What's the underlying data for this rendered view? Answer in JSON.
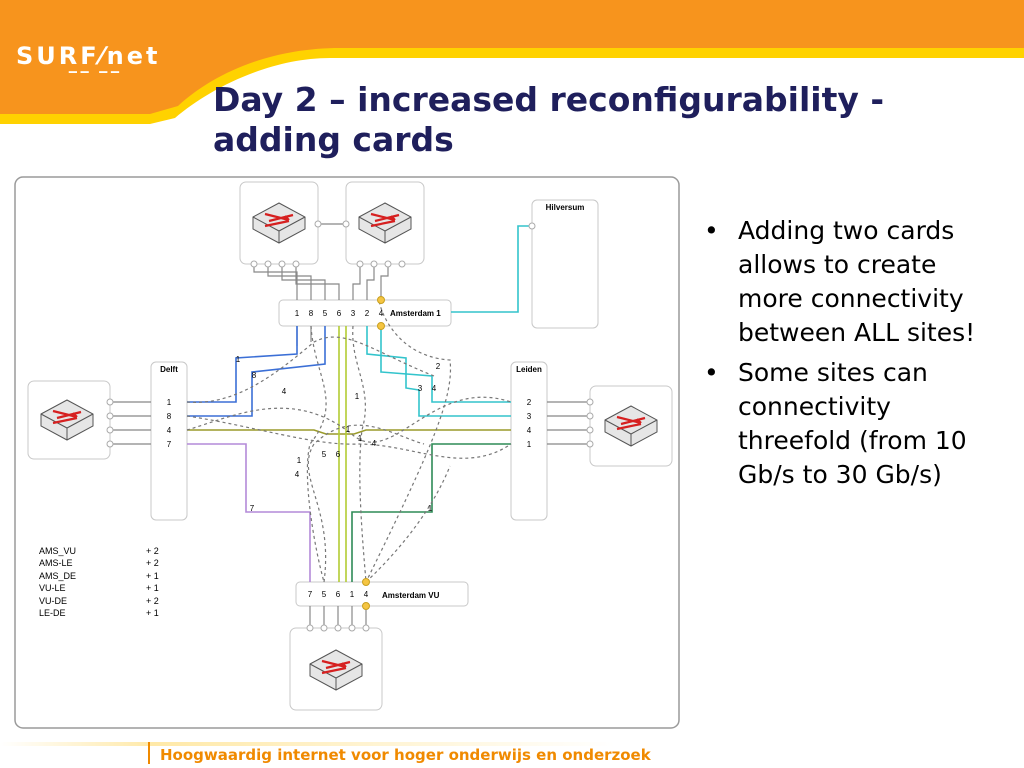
{
  "header": {
    "logo_text": "SURF⁄net",
    "logo_mark": "‒‒ ‒‒",
    "title_line1": "Day 2 – increased reconfigurability -",
    "title_line2": "adding cards"
  },
  "colors": {
    "orange": "#f7941d",
    "orange_dark": "#f08a00",
    "yellow": "#ffd200",
    "title": "#1f1f5c",
    "blue": "#3b6fd6",
    "cyan": "#33c4cc",
    "olive": "#9a9a2a",
    "lime": "#b3cc33",
    "green": "#2e8b57",
    "violet": "#b48ad8",
    "grey": "#999999"
  },
  "bullets": [
    "Adding two cards allows to create more connectivity between ALL sites!",
    "Some sites can connectivity threefold (from 10 Gb/s to 30 Gb/s)"
  ],
  "diagram": {
    "sites": {
      "hilversum": "Hilversum",
      "amsterdam1": "Amsterdam 1",
      "delft": "Delft",
      "leiden": "Leiden",
      "amsterdam_vu": "Amsterdam VU"
    },
    "ports": {
      "amsterdam1": [
        "1",
        "8",
        "5",
        "6",
        "3",
        "2",
        "4"
      ],
      "delft": [
        "1",
        "8",
        "4",
        "7"
      ],
      "leiden": [
        "2",
        "3",
        "4",
        "1"
      ],
      "amsterdam_vu": [
        "7",
        "5",
        "6",
        "1",
        "4"
      ]
    },
    "labels": [
      "1",
      "8",
      "4",
      "2",
      "3",
      "4",
      "1",
      "1",
      "1",
      "4",
      "5",
      "6",
      "1",
      "4",
      "7",
      "1"
    ],
    "capacity_table": [
      {
        "link": "AMS_VU",
        "add": "+ 2"
      },
      {
        "link": "AMS-LE",
        "add": "+ 2"
      },
      {
        "link": "AMS_DE",
        "add": "+ 1"
      },
      {
        "link": "VU-LE",
        "add": "+ 1"
      },
      {
        "link": "VU-DE",
        "add": "+ 2"
      },
      {
        "link": "LE-DE",
        "add": "+ 1"
      }
    ]
  },
  "footer": {
    "text": "Hoogwaardig internet voor hoger onderwijs en onderzoek"
  }
}
